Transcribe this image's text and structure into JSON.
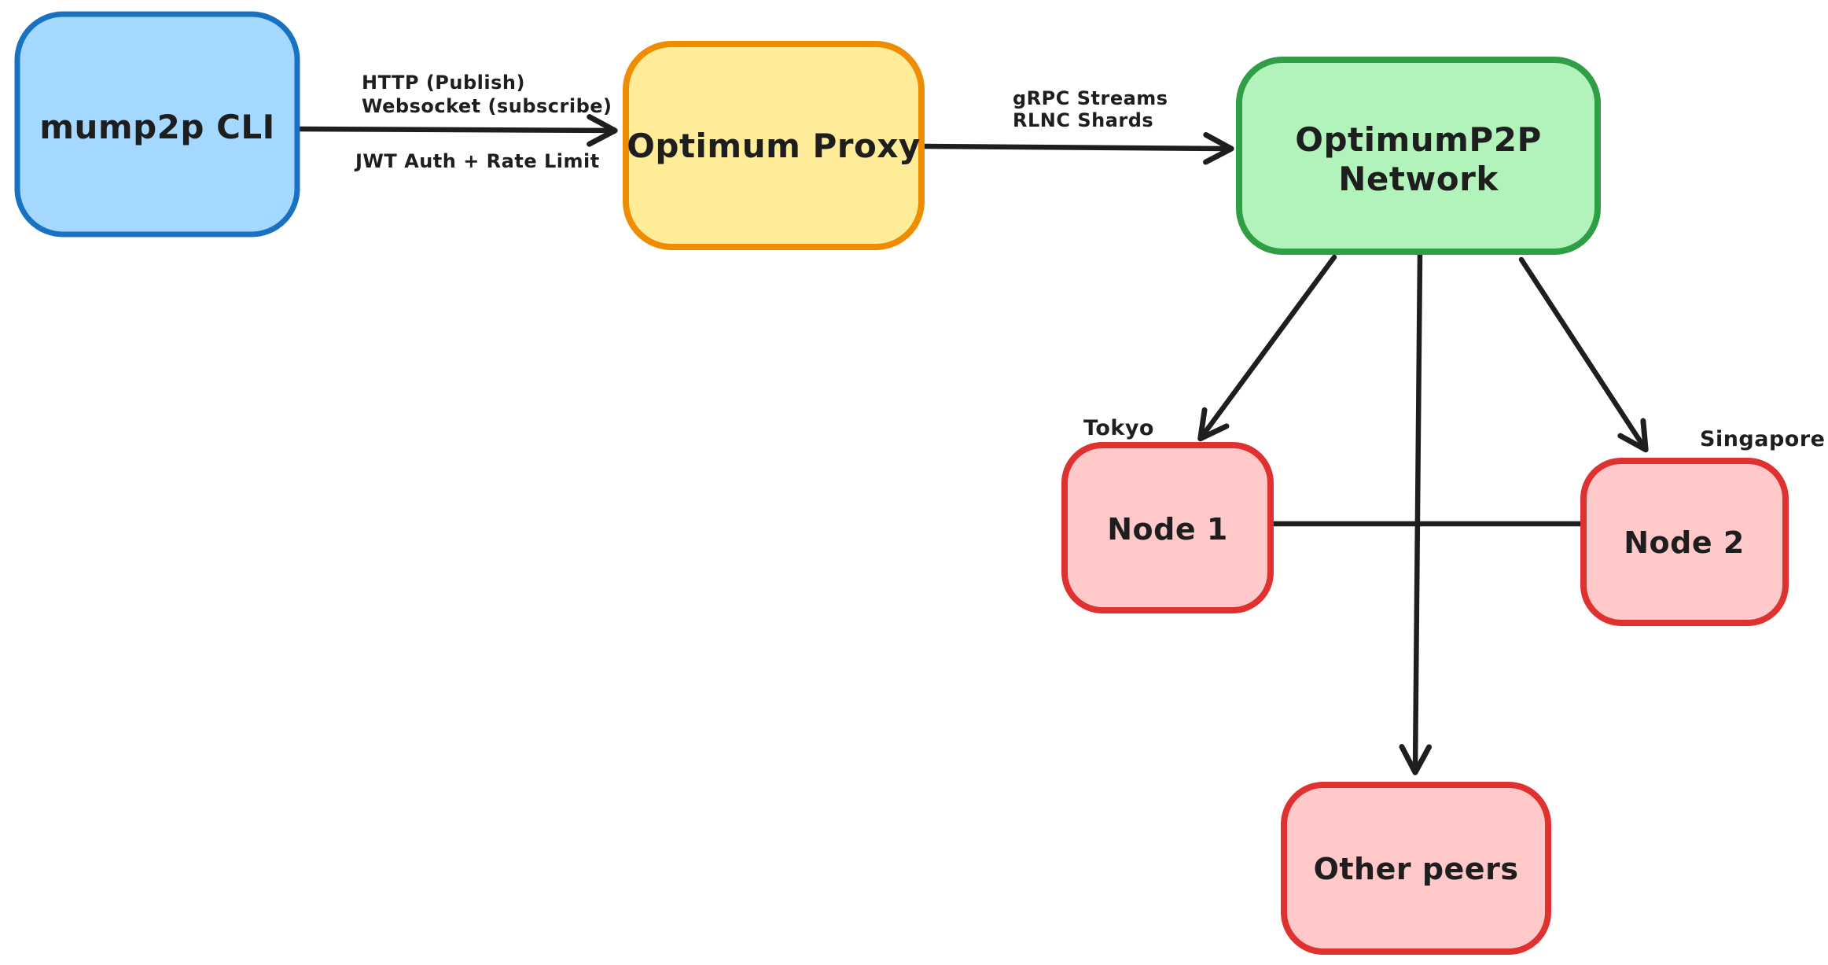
{
  "diagram": {
    "title": "mump2p / OptimumP2P network flow diagram",
    "background": "#ffffff",
    "ink": "#1e1e1e",
    "nodes": {
      "cli": {
        "label": "mump2p CLI",
        "fill": "#a5d8ff",
        "stroke": "#1971c2"
      },
      "proxy": {
        "label": "Optimum Proxy",
        "fill": "#ffec99",
        "stroke": "#f08c00"
      },
      "network": {
        "label_line1": "OptimumP2P",
        "label_line2": "Network",
        "fill": "#b2f2bb",
        "stroke": "#2f9e44"
      },
      "node1": {
        "label": "Node 1",
        "region": "Tokyo",
        "fill": "#ffc9c9",
        "stroke": "#e03131"
      },
      "node2": {
        "label": "Node 2",
        "region": "Singapore",
        "fill": "#ffc9c9",
        "stroke": "#e03131"
      },
      "other_peers": {
        "label": "Other peers",
        "fill": "#ffc9c9",
        "stroke": "#e03131"
      }
    },
    "edges": {
      "cli_to_proxy": {
        "label_above_line1": "HTTP (Publish)",
        "label_above_line2": "Websocket (subscribe)",
        "label_below": "JWT Auth + Rate Limit"
      },
      "proxy_to_network": {
        "label_line1": "gRPC Streams",
        "label_line2": "RLNC Shards"
      },
      "network_to_node1": {
        "label": ""
      },
      "network_to_node2": {
        "label": ""
      },
      "network_to_other_peers": {
        "label": ""
      },
      "node1_to_node2": {
        "label": ""
      }
    }
  }
}
